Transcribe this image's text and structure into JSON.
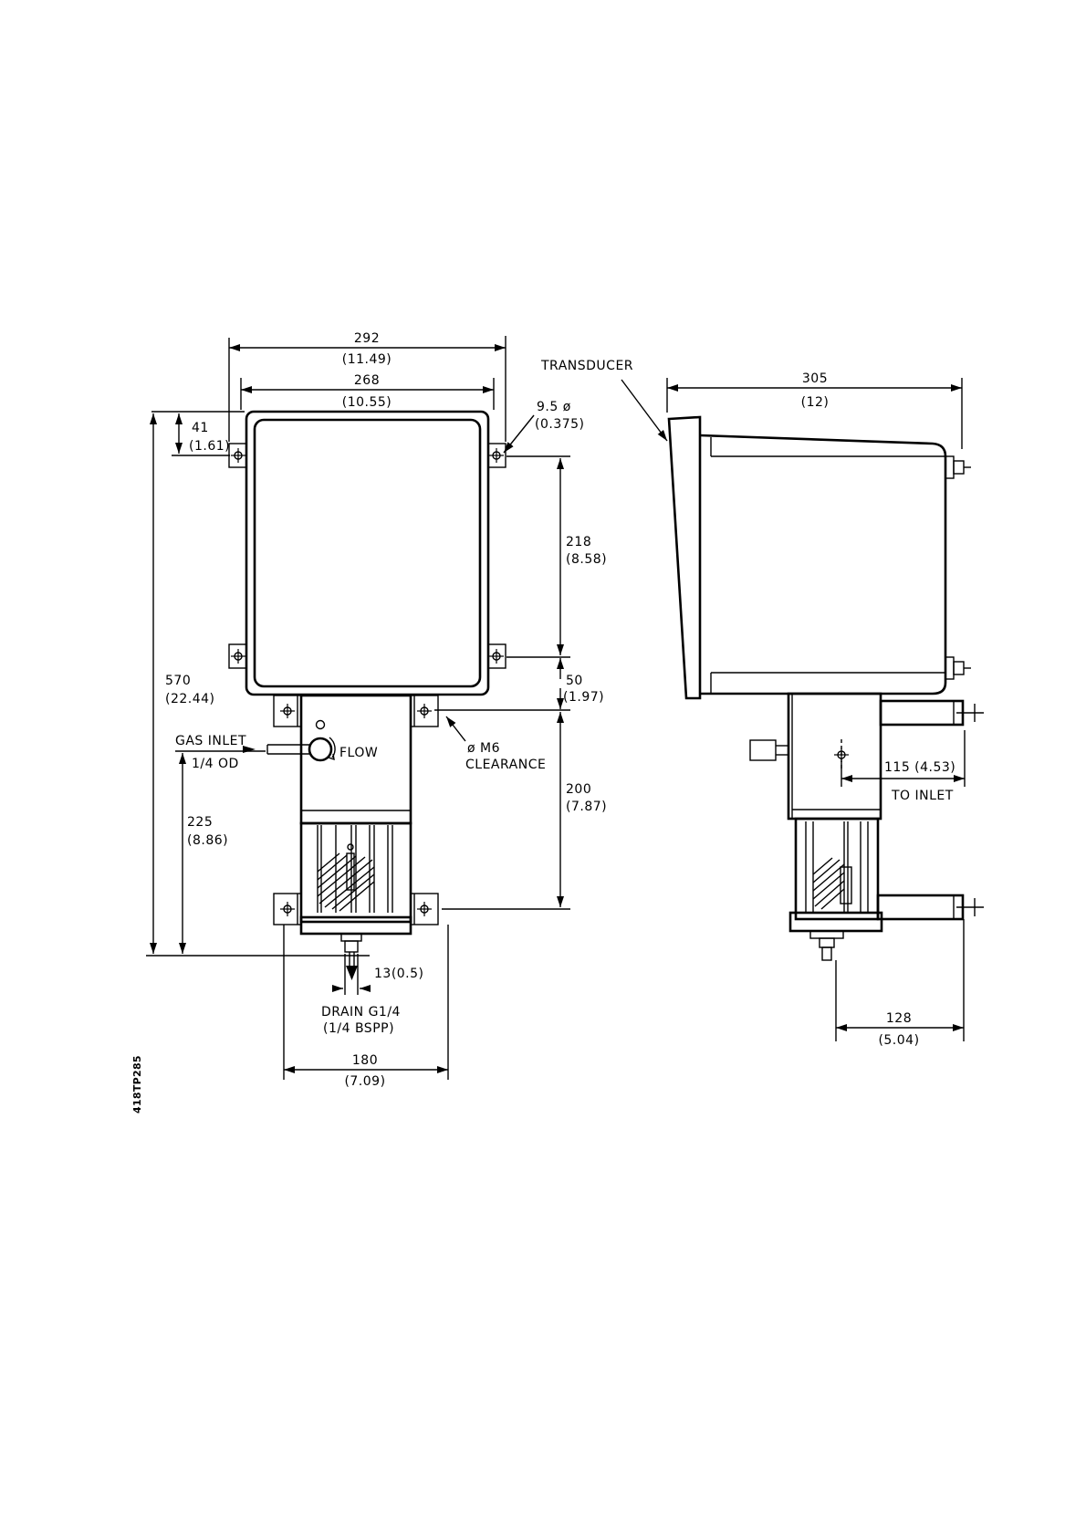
{
  "drawing_id": "418TP285",
  "front_view": {
    "dims": {
      "overall_width": {
        "mm": "292",
        "in": "(11.49)"
      },
      "case_width": {
        "mm": "268",
        "in": "(10.55)"
      },
      "top_offset": {
        "mm": "41",
        "in": "(1.61)"
      },
      "overall_height": {
        "mm": "570",
        "in": "(22.44)"
      },
      "inlet_height": {
        "mm": "225",
        "in": "(8.86)"
      },
      "case_hole_spacing": {
        "mm": "218",
        "in": "(8.58)"
      },
      "case_to_bracket": {
        "mm": "50",
        "in": "(1.97)"
      },
      "bracket_spacing": {
        "mm": "200",
        "in": "(7.87)"
      },
      "drain_offset": "13(0.5)",
      "bracket_width": {
        "mm": "180",
        "in": "(7.09)"
      }
    },
    "labels": {
      "mount_hole": {
        "line1": "9.5 ø",
        "line2": "(0.375)"
      },
      "gas_inlet": {
        "line1": "GAS INLET",
        "line2": "1/4 OD"
      },
      "flow": "FLOW",
      "clearance": {
        "line1": "ø M6",
        "line2": "CLEARANCE"
      },
      "drain": {
        "line1": "DRAIN G1/4",
        "line2": "(1/4 BSPP)"
      }
    }
  },
  "side_view": {
    "transducer": "TRANSDUCER",
    "dims": {
      "overall_depth": {
        "mm": "305",
        "in": "(12)"
      },
      "to_inlet": {
        "value": "115 (4.53)",
        "label": "TO INLET"
      },
      "bracket_depth": {
        "mm": "128",
        "in": "(5.04)"
      }
    }
  }
}
